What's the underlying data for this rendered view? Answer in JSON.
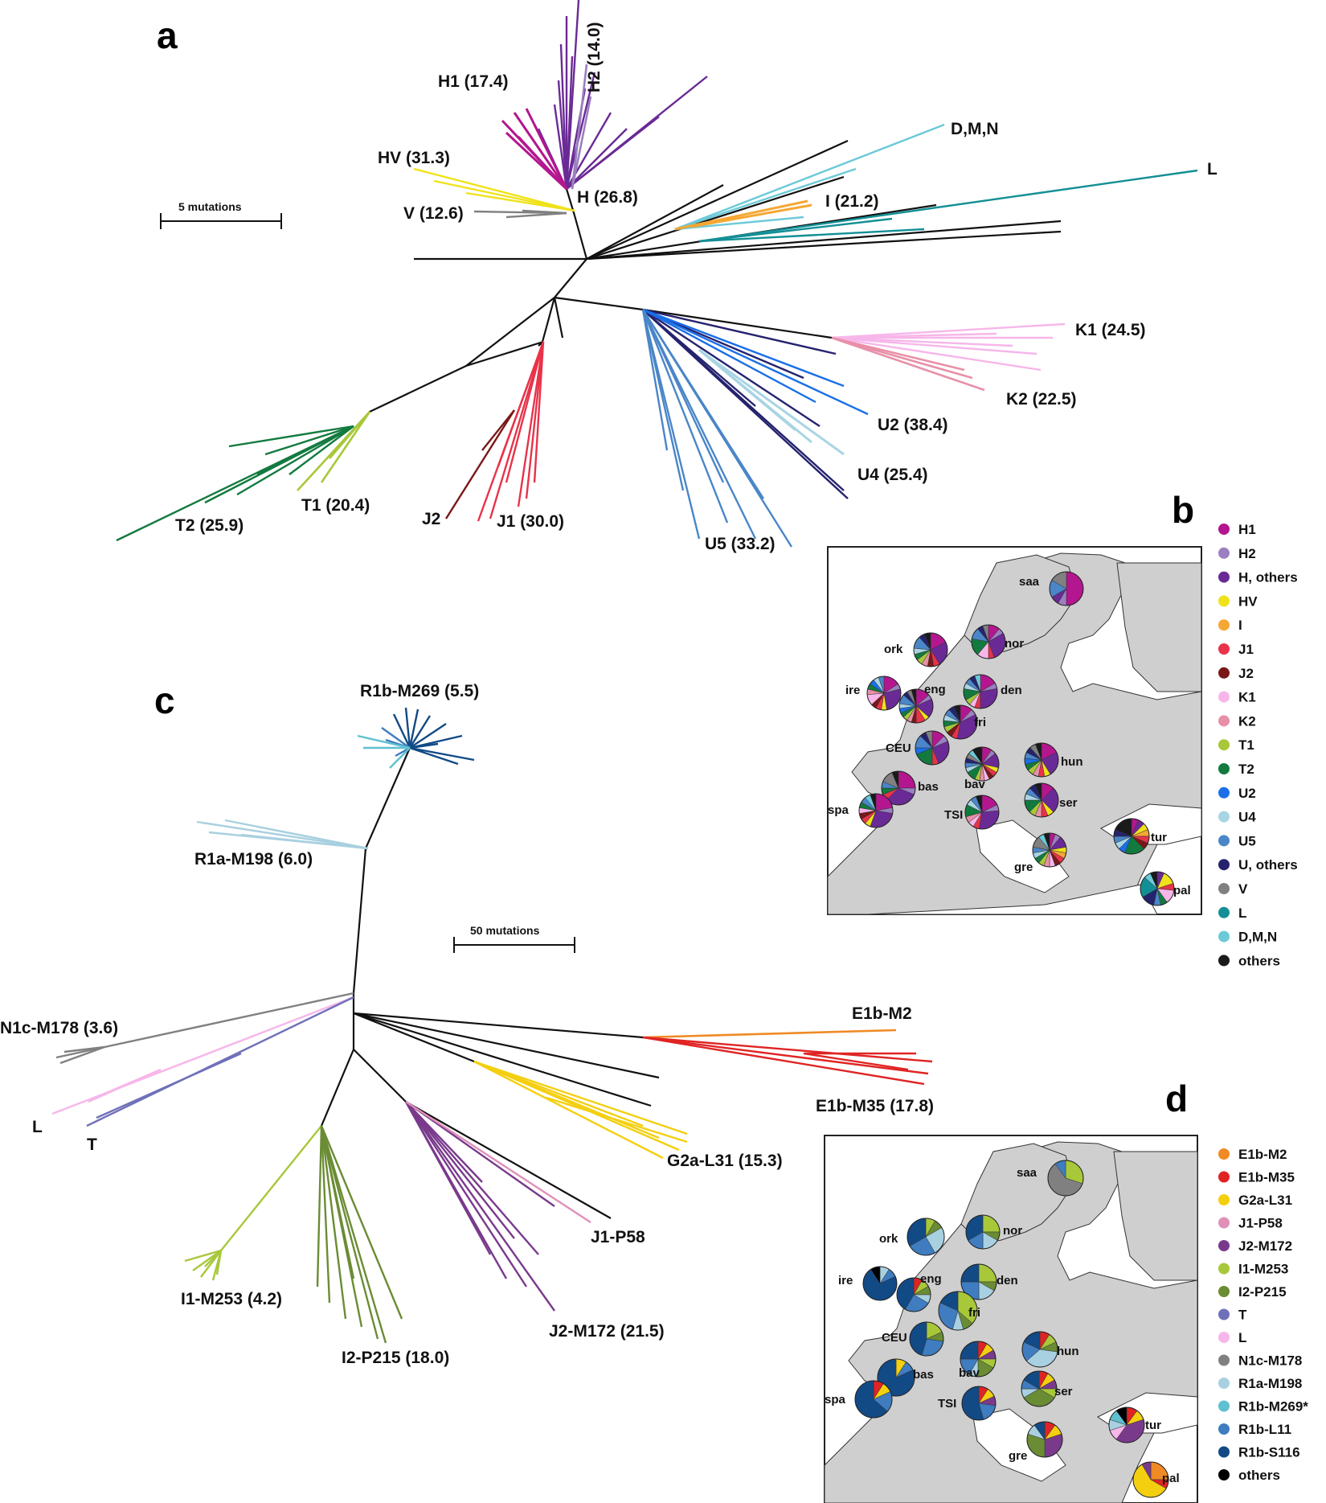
{
  "panels": {
    "a": "a",
    "b": "b",
    "c": "c",
    "d": "d"
  },
  "tree_a": {
    "scale": "5 mutations",
    "labels": {
      "h1": "H1 (17.4)",
      "h2": "H2 (14.0)",
      "hv": "HV (31.3)",
      "h": "H (26.8)",
      "v": "V (12.6)",
      "dmn": "D,M,N",
      "l": "L",
      "i": "I (21.2)",
      "k1": "K1 (24.5)",
      "k2": "K2 (22.5)",
      "u2": "U2 (38.4)",
      "u4": "U4 (25.4)",
      "u5": "U5 (33.2)",
      "j1": "J1 (30.0)",
      "j2": "J2",
      "t1": "T1 (20.4)",
      "t2": "T2 (25.9)"
    }
  },
  "tree_c": {
    "scale": "50 mutations",
    "labels": {
      "r1b": "R1b-M269 (5.5)",
      "r1a": "R1a-M198 (6.0)",
      "n1c": "N1c-M178 (3.6)",
      "l": "L",
      "t": "T",
      "e1bm2": "E1b-M2",
      "e1bm35": "E1b-M35 (17.8)",
      "g2a": "G2a-L31 (15.3)",
      "j1": "J1-P58",
      "j2": "J2-M172 (21.5)",
      "i1": "I1-M253 (4.2)",
      "i2": "I2-P215 (18.0)"
    }
  },
  "map_populations": [
    "saa",
    "nor",
    "ork",
    "ire",
    "eng",
    "den",
    "fri",
    "CEU",
    "hun",
    "bav",
    "bas",
    "ser",
    "spa",
    "TSI",
    "tur",
    "gre",
    "pal"
  ],
  "legend_b": [
    {
      "label": "H1",
      "color": "#b4168f"
    },
    {
      "label": "H2",
      "color": "#9b7fc0"
    },
    {
      "label": "H, others",
      "color": "#6a2a96"
    },
    {
      "label": "HV",
      "color": "#f0e21a"
    },
    {
      "label": "I",
      "color": "#f5a733"
    },
    {
      "label": "J1",
      "color": "#e8334a"
    },
    {
      "label": "J2",
      "color": "#7a1818"
    },
    {
      "label": "K1",
      "color": "#f7b6ea"
    },
    {
      "label": "K2",
      "color": "#e890a8"
    },
    {
      "label": "T1",
      "color": "#a8c83a"
    },
    {
      "label": "T2",
      "color": "#137a3f"
    },
    {
      "label": "U2",
      "color": "#1a6fe8"
    },
    {
      "label": "U4",
      "color": "#a8d4e4"
    },
    {
      "label": "U5",
      "color": "#4a86c8"
    },
    {
      "label": "U, others",
      "color": "#25236e"
    },
    {
      "label": "V",
      "color": "#808080"
    },
    {
      "label": "L",
      "color": "#128f95"
    },
    {
      "label": "D,M,N",
      "color": "#6ccad8"
    },
    {
      "label": "others",
      "color": "#1a1a1a"
    }
  ],
  "legend_d": [
    {
      "label": "E1b-M2",
      "color": "#f08a24"
    },
    {
      "label": "E1b-M35",
      "color": "#e02424"
    },
    {
      "label": "G2a-L31",
      "color": "#f4cf10"
    },
    {
      "label": "J1-P58",
      "color": "#e090b8"
    },
    {
      "label": "J2-M172",
      "color": "#7a3a8c"
    },
    {
      "label": "I1-M253",
      "color": "#a8c83a"
    },
    {
      "label": "I2-P215",
      "color": "#6a8c34"
    },
    {
      "label": "T",
      "color": "#7070b8"
    },
    {
      "label": "L",
      "color": "#f7b6ea"
    },
    {
      "label": "N1c-M178",
      "color": "#808080"
    },
    {
      "label": "R1a-M198",
      "color": "#a8d0e0"
    },
    {
      "label": "R1b-M269*",
      "color": "#5ec0d0"
    },
    {
      "label": "R1b-L11",
      "color": "#3f7cc0"
    },
    {
      "label": "R1b-S116",
      "color": "#124a86"
    },
    {
      "label": "others",
      "color": "#000000"
    }
  ],
  "pies_b": [
    [
      6,
      1,
      1,
      0,
      0,
      0,
      0,
      0,
      0,
      0,
      0,
      0,
      0,
      2,
      0,
      2,
      0,
      0,
      0
    ],
    [
      2,
      1,
      5,
      0,
      0,
      1,
      0,
      2,
      0,
      0,
      3,
      0,
      0,
      2,
      1,
      1,
      0,
      0,
      0
    ],
    [
      3,
      0,
      4,
      0,
      0,
      1,
      1,
      0,
      1,
      1,
      1,
      0,
      1,
      2,
      1,
      0,
      0,
      0,
      1
    ],
    [
      3,
      1,
      5,
      1,
      0,
      1,
      1,
      2,
      1,
      0,
      1,
      1,
      1,
      1,
      0,
      0,
      0,
      0,
      0
    ],
    [
      3,
      1,
      4,
      1,
      0,
      2,
      1,
      0,
      1,
      1,
      1,
      1,
      1,
      2,
      1,
      1,
      0,
      0,
      1
    ],
    [
      3,
      1,
      5,
      0,
      0,
      1,
      0,
      1,
      0,
      1,
      2,
      0,
      1,
      1,
      1,
      0,
      0,
      1,
      0
    ],
    [
      2,
      1,
      6,
      0,
      0,
      1,
      1,
      0,
      0,
      1,
      1,
      0,
      1,
      1,
      1,
      0,
      0,
      0,
      1
    ],
    [
      2,
      1,
      4,
      0,
      0,
      1,
      0,
      0,
      0,
      0,
      3,
      1,
      0,
      2,
      1,
      1,
      0,
      0,
      0
    ],
    [
      3,
      0,
      4,
      1,
      0,
      1,
      0,
      0,
      1,
      1,
      1,
      1,
      0,
      1,
      1,
      1,
      0,
      0,
      1
    ],
    [
      2,
      1,
      3,
      1,
      0,
      1,
      1,
      1,
      1,
      1,
      2,
      0,
      1,
      1,
      1,
      1,
      0,
      1,
      2
    ],
    [
      4,
      1,
      5,
      0,
      0,
      1,
      0,
      0,
      0,
      0,
      1,
      0,
      0,
      1,
      0,
      2,
      0,
      0,
      1
    ],
    [
      2,
      0,
      4,
      1,
      0,
      1,
      0,
      0,
      1,
      1,
      2,
      0,
      1,
      1,
      1,
      0,
      0,
      0,
      1
    ],
    [
      4,
      1,
      5,
      1,
      0,
      1,
      1,
      1,
      0,
      0,
      1,
      0,
      0,
      1,
      0,
      0,
      0,
      1,
      1
    ],
    [
      3,
      1,
      5,
      0,
      0,
      1,
      0,
      1,
      1,
      0,
      2,
      0,
      1,
      1,
      0,
      0,
      0,
      0,
      1
    ],
    [
      1,
      0,
      1,
      1,
      1,
      1,
      1,
      0,
      0,
      0,
      3,
      1,
      1,
      1,
      1,
      0,
      0,
      0,
      3
    ],
    [
      1,
      1,
      2,
      1,
      1,
      1,
      1,
      1,
      1,
      1,
      1,
      0,
      1,
      1,
      0,
      2,
      0,
      1,
      1
    ],
    [
      0,
      0,
      1,
      2,
      0,
      1,
      0,
      2,
      0,
      0,
      1,
      0,
      0,
      1,
      2,
      0,
      3,
      1,
      1
    ]
  ],
  "pies_d": [
    [
      0,
      0,
      0,
      0,
      0,
      3,
      0,
      0,
      0,
      6,
      0,
      0,
      1,
      0,
      0
    ],
    [
      0,
      0,
      0,
      0,
      0,
      3,
      1,
      0,
      0,
      0,
      2,
      0,
      2,
      4,
      0
    ],
    [
      0,
      0,
      0,
      0,
      0,
      1,
      1,
      0,
      0,
      0,
      3,
      0,
      3,
      4,
      0
    ],
    [
      0,
      0,
      0,
      0,
      0,
      0,
      0,
      0,
      0,
      0,
      1,
      0,
      1,
      8,
      1
    ],
    [
      0,
      1,
      0,
      0,
      0,
      1,
      1,
      0,
      0,
      0,
      1,
      0,
      3,
      5,
      0
    ],
    [
      0,
      0,
      0,
      0,
      0,
      3,
      1,
      0,
      0,
      0,
      2,
      0,
      3,
      3,
      0
    ],
    [
      0,
      0,
      0,
      0,
      0,
      4,
      1,
      0,
      0,
      0,
      1,
      0,
      3,
      2,
      0
    ],
    [
      0,
      0,
      0,
      0,
      0,
      2,
      1,
      0,
      0,
      0,
      0,
      0,
      3,
      5,
      0
    ],
    [
      0,
      1,
      0,
      0,
      0,
      1,
      1,
      0,
      0,
      0,
      4,
      0,
      2,
      2,
      0
    ],
    [
      0,
      1,
      1,
      0,
      1,
      1,
      2,
      0,
      0,
      0,
      1,
      0,
      2,
      3,
      0
    ],
    [
      0,
      0,
      1,
      0,
      0,
      0,
      0,
      0,
      0,
      0,
      0,
      0,
      1,
      9,
      0
    ],
    [
      0,
      1,
      1,
      0,
      1,
      1,
      4,
      0,
      0,
      0,
      1,
      0,
      1,
      2,
      0
    ],
    [
      0,
      1,
      1,
      0,
      0,
      0,
      0,
      0,
      0,
      0,
      0,
      0,
      2,
      7,
      0
    ],
    [
      0,
      1,
      1,
      0,
      1,
      0,
      0,
      0,
      0,
      0,
      0,
      0,
      2,
      6,
      0
    ],
    [
      0,
      1,
      1,
      0,
      4,
      0,
      0,
      0,
      1,
      0,
      1,
      1,
      0,
      0,
      1
    ],
    [
      0,
      1,
      1,
      0,
      3,
      0,
      3,
      0,
      0,
      0,
      1,
      0,
      0,
      1,
      0
    ],
    [
      3,
      1,
      7,
      0,
      1,
      0,
      0,
      0,
      0,
      0,
      0,
      0,
      0,
      0,
      0
    ]
  ]
}
